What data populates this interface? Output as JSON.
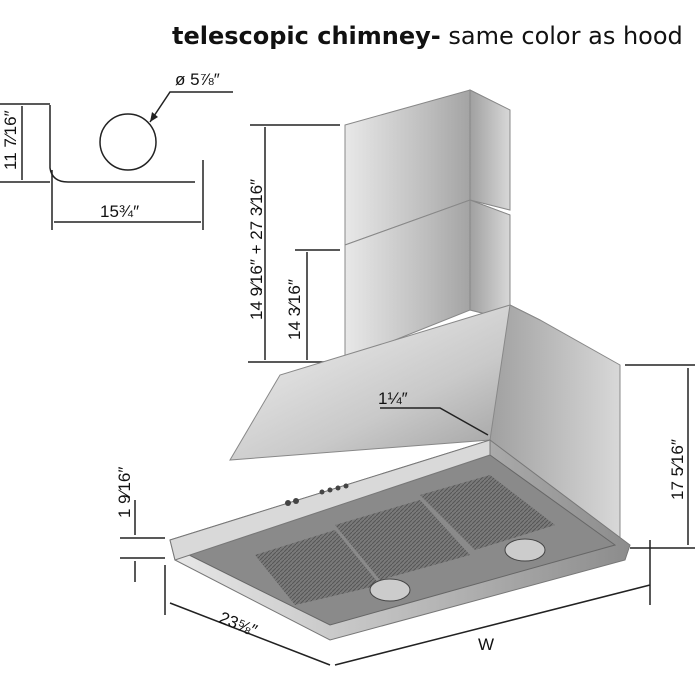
{
  "title": {
    "bold": "telescopic chimney-",
    "normal": " same color as hood"
  },
  "dimensions": {
    "duct_diameter": "ø 5⅞″",
    "duct_height": "11 7⁄16″",
    "duct_depth": "15¾″",
    "chimney_total": "14 9⁄16″ + 27 3⁄16″",
    "chimney_lower": "14 3⁄16″",
    "canopy_edge": "1¼″",
    "hood_height": "17 5⁄16″",
    "front_lip": "1 9⁄16″",
    "depth": "23⅝″",
    "width": "W"
  }
}
